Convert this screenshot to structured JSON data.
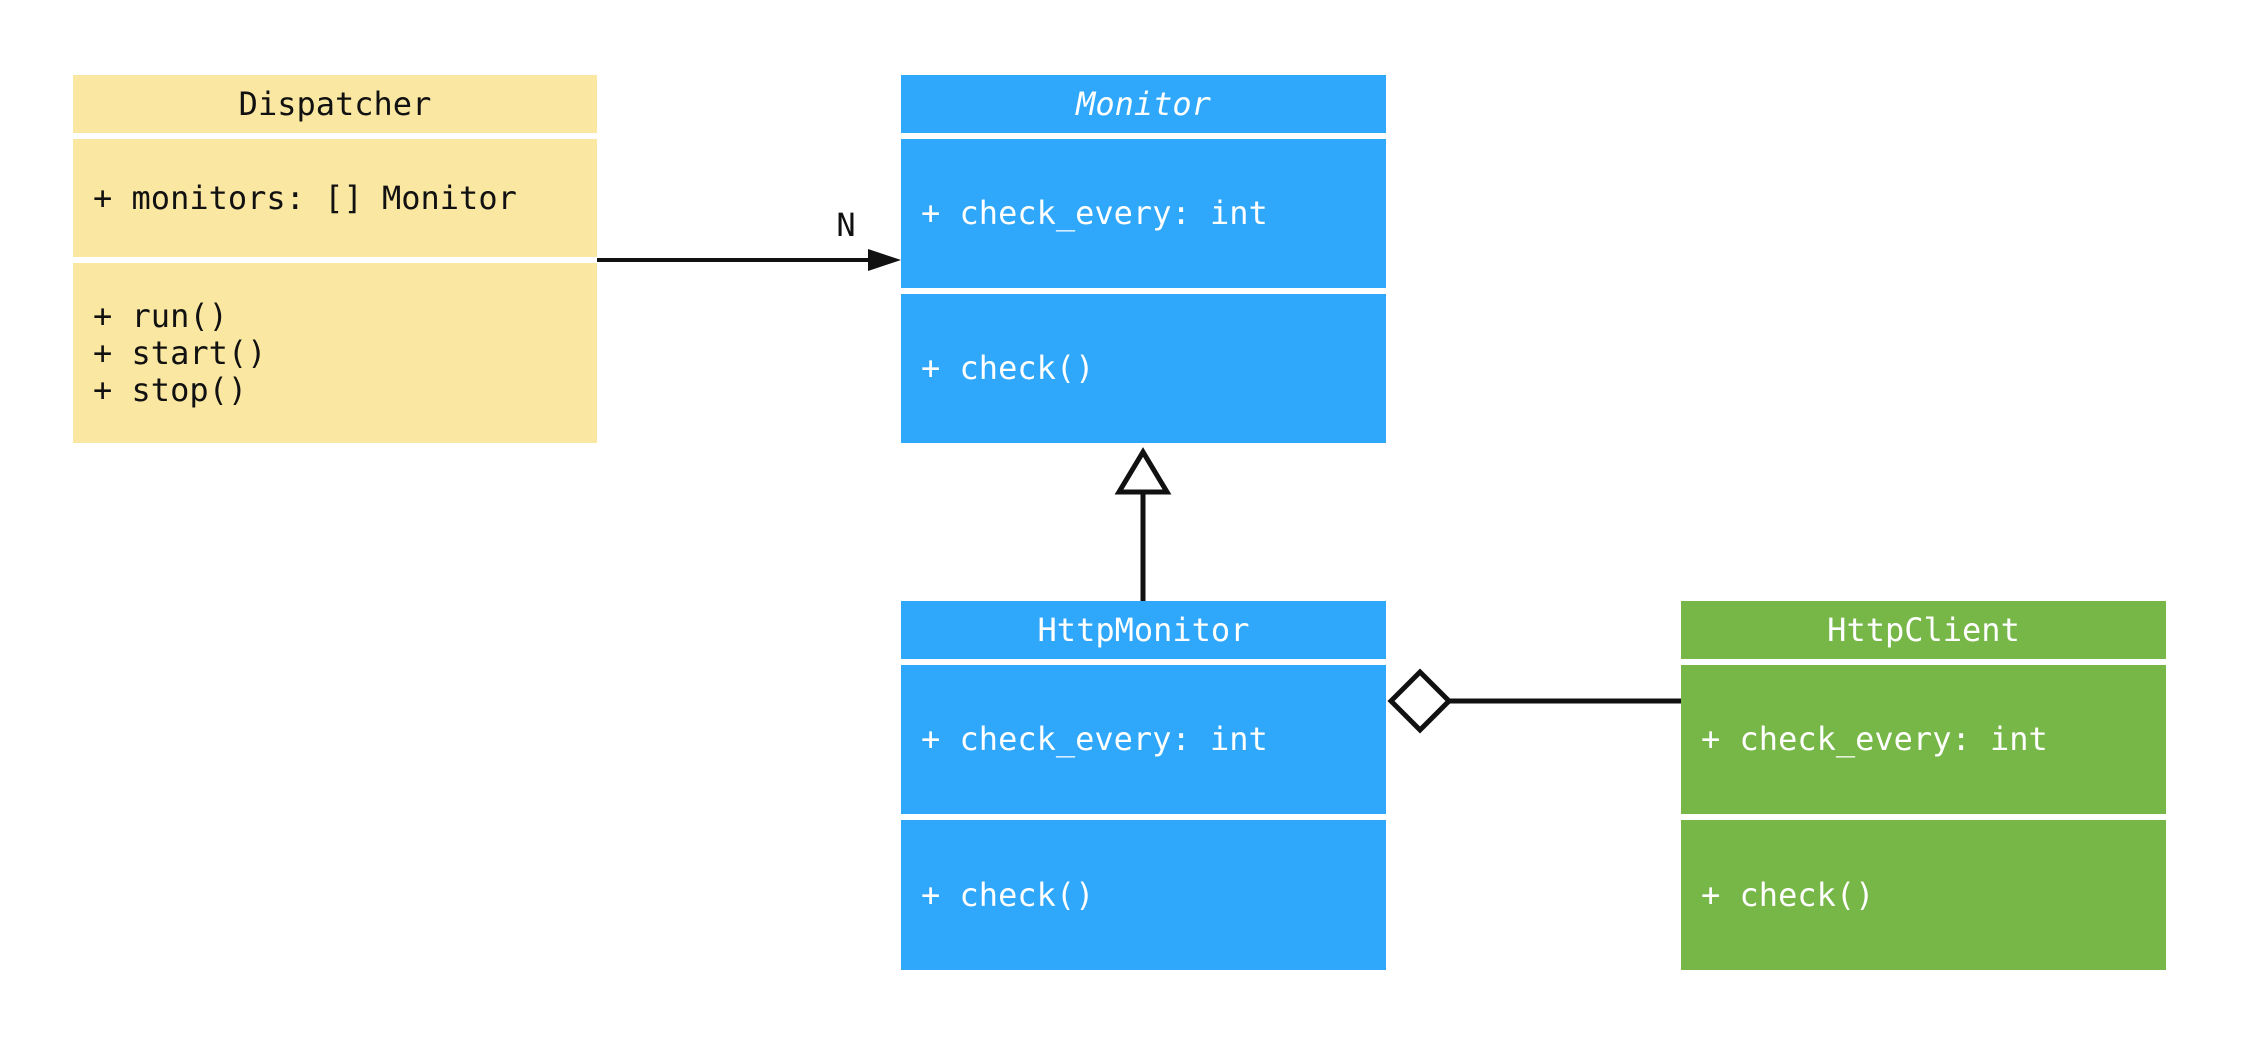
{
  "diagram": {
    "type": "uml-class-diagram",
    "background": "#ffffff",
    "line_color": "#111111",
    "classes": [
      {
        "name": "Dispatcher",
        "abstract": false,
        "fill": "#FAE7A2",
        "text_color": "#111111",
        "attributes": [
          "+ monitors: [] Monitor"
        ],
        "methods": [
          "+ run()",
          "+ start()",
          "+ stop()"
        ]
      },
      {
        "name": "Monitor",
        "abstract": true,
        "fill": "#2FA7FA",
        "text_color": "#ffffff",
        "attributes": [
          "+ check_every: int"
        ],
        "methods": [
          "+ check()"
        ]
      },
      {
        "name": "HttpMonitor",
        "abstract": false,
        "fill": "#2FA7FA",
        "text_color": "#ffffff",
        "attributes": [
          "+ check_every: int"
        ],
        "methods": [
          "+ check()"
        ]
      },
      {
        "name": "HttpClient",
        "abstract": false,
        "fill": "#76B748",
        "text_color": "#ffffff",
        "attributes": [
          "+ check_every: int"
        ],
        "methods": [
          "+ check()"
        ]
      }
    ],
    "relationships": [
      {
        "from": "Dispatcher",
        "to": "Monitor",
        "type": "association",
        "marker": "filled-arrowhead",
        "label": "N"
      },
      {
        "from": "HttpMonitor",
        "to": "Monitor",
        "type": "inheritance",
        "marker": "hollow-triangle",
        "label": ""
      },
      {
        "from": "HttpMonitor",
        "to": "HttpClient",
        "type": "aggregation",
        "marker": "hollow-diamond",
        "label": ""
      }
    ]
  }
}
